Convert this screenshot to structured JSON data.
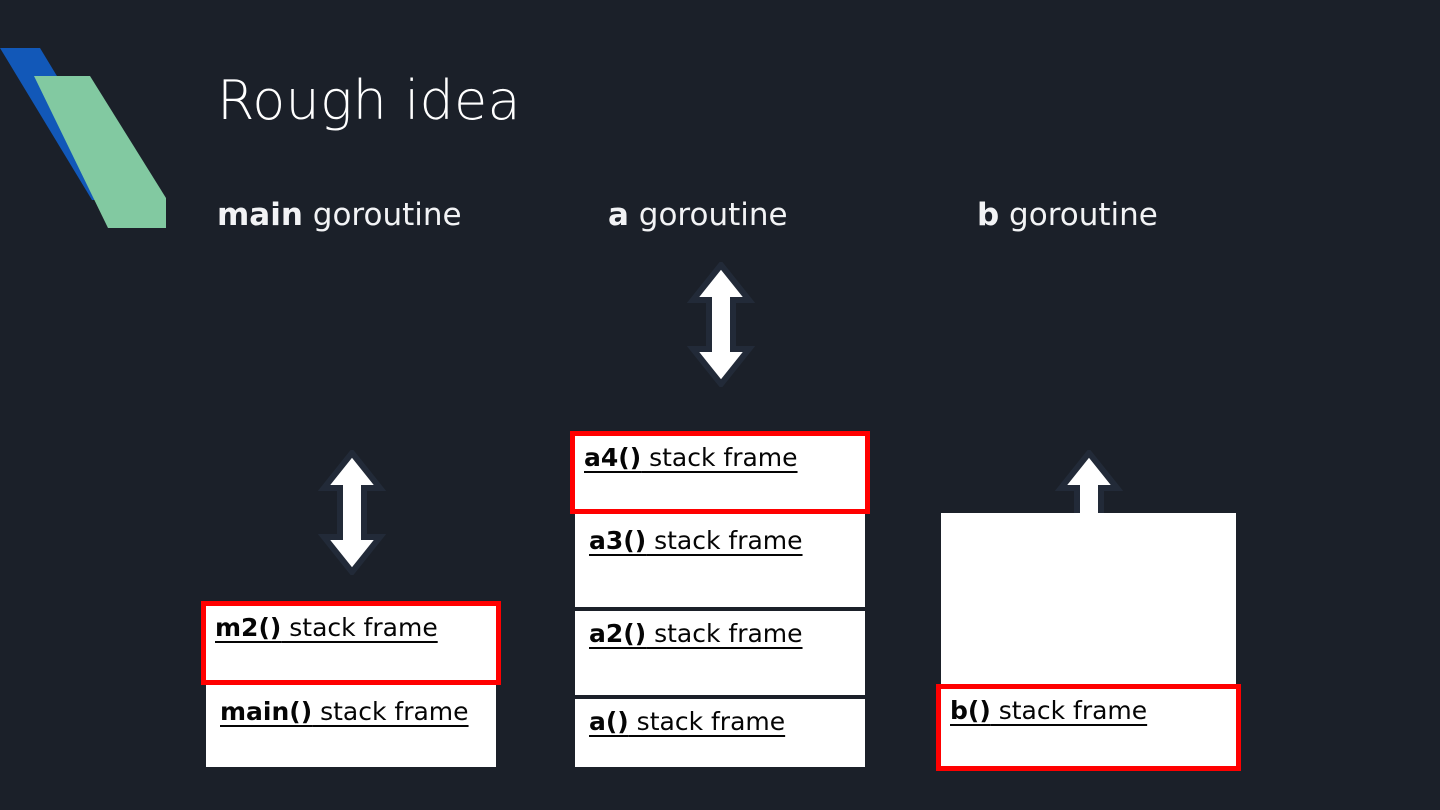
{
  "slide": {
    "title": "Rough idea",
    "background_color": "#1b2029",
    "logo": {
      "name": "brand-logo",
      "blue": "#1258b8",
      "green": "#82c9a1"
    }
  },
  "columns": [
    {
      "id": "main",
      "header_keyword": "main",
      "header_rest": " goroutine",
      "arrow": "double-headed-vertical-arrow",
      "frames": [
        {
          "fn": "m2()",
          "rest": " stack frame",
          "highlight": true
        },
        {
          "fn": "main()",
          "rest": " stack frame",
          "highlight": false
        }
      ]
    },
    {
      "id": "a",
      "header_keyword": "a",
      "header_rest": " goroutine",
      "arrow": "double-headed-vertical-arrow",
      "frames": [
        {
          "fn": "a4()",
          "rest": " stack frame",
          "highlight": true
        },
        {
          "fn": "a3()",
          "rest": " stack frame",
          "highlight": false
        },
        {
          "fn": "a2()",
          "rest": " stack frame",
          "highlight": false
        },
        {
          "fn": "a()",
          "rest": " stack frame",
          "highlight": false
        }
      ]
    },
    {
      "id": "b",
      "header_keyword": "b",
      "header_rest": " goroutine",
      "arrow": "double-headed-vertical-arrow",
      "frames": [
        {
          "fn": "b()",
          "rest": " stack frame",
          "highlight": true
        }
      ]
    }
  ],
  "colors": {
    "highlight_border": "#ff0000",
    "frame_fill": "#ffffff",
    "frame_text": "#050505",
    "header_text": "#f2f3f5",
    "arrow_fill": "#ffffff",
    "arrow_stroke": "#222a38"
  }
}
